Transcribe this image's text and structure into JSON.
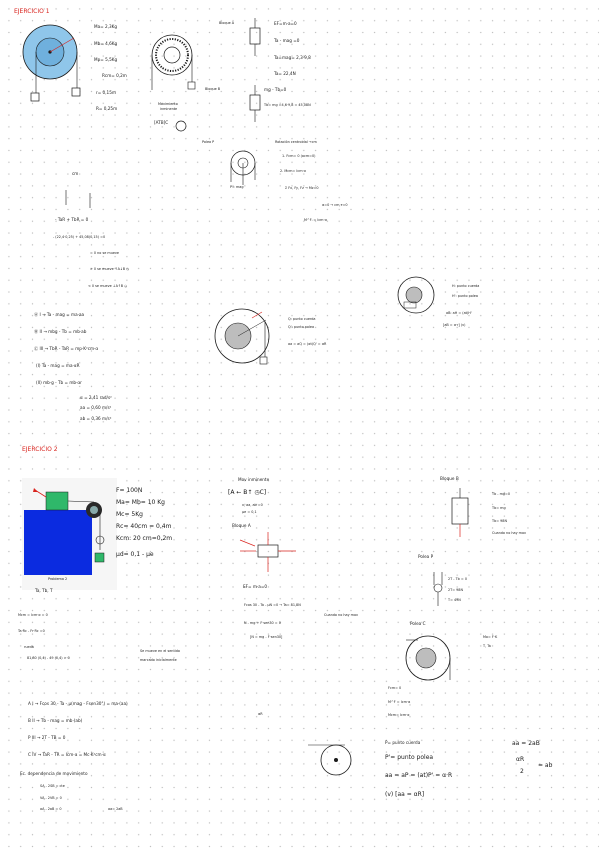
{
  "ex1": {
    "title": "EJERCICIO 1",
    "givens": [
      "Ma= 2,3Kg",
      "Mb= 4,6Kg",
      "Mp= 5,5Kg",
      "Rcm= 0,2m",
      "r= 0,15m",
      "R= 0,25m"
    ],
    "fig_caption": [
      "Movimiento",
      "inminente"
    ],
    "fig_label": "[ATB]C",
    "bloque_a": {
      "title": "Bloque A",
      "lines": [
        "EF=m·a=0",
        "Ta - mag =0",
        "Ta=mag= 2,3·9,8",
        "Ta= 22,4N"
      ]
    },
    "bloque_b": {
      "title": "Bloque B",
      "lines": [
        "mg - Tb=0",
        "Tb= mg =4,6·9,8 = 45,08N"
      ]
    },
    "polea": {
      "title": "Polea P",
      "eq": "P= mag"
    },
    "rotacion": {
      "title": "Rotación centroidal →cm",
      "lines": [
        "1. Fcm= 0 (acm=0)",
        "2. Mcm= Icm·α",
        "Σ Fx, Fy, Fz → Mz=0",
        "α=0 → cm,τ=0",
        "M^Fᵢ = Icm·α"
      ]
    },
    "cm_label": "cm",
    "torque": [
      "- TaR + TbR = 0",
      "- (22,4·0,25) + 45,08(0,15) =0",
      "= 0  no se mueve",
      "> 0  se mueve  ↑A↓B ◷",
      "< 0  se mueve  ↓A↑B ◶"
    ],
    "system": [
      "Ⓐ I → Ta - mag = ma·aa",
      "Ⓑ II → mbg - Tb = mb·ab",
      "Ⓒ III → TbR - TaR = mp·K²cm·α",
      "(I)  Ta - mag = ma·αR",
      "(II)  mb·g - Tb = mb·αr"
    ],
    "results": [
      "α = 2,41 rad/s²",
      "aa = 0,60 m/s²",
      "ab = 0,36 m/s²"
    ],
    "circle_notes": [
      "Q: punto cuerda",
      "Q': punto polea",
      "aa = aQ = (αt)Q' = αR"
    ],
    "small_circle_notes": [
      "H: punto cuerda",
      "H': punto polea",
      "aB: aH = (at)H'",
      "[aB = α·r] (v)"
    ]
  },
  "ex2": {
    "title": "EJERCICIO 2",
    "givens": [
      "F= 100N",
      "Ma= Mb= 10 Kg",
      "Mc= 5Kg",
      "Rc= 40cm = 0,4m",
      "Kcm: 20 cm=0,2m",
      "μd= 0,1 - μe"
    ],
    "fig_caption": "Problema 2",
    "unknowns": "Ta, Tb, T",
    "mov": {
      "title": "Mov inminente",
      "line1": "[A ← B↑ ◷C]",
      "lines": [
        "x, aa, ab =0",
        "μe = 0,1"
      ]
    },
    "bloque_a": {
      "title": "Bloque A",
      "lines": [
        "EF= m·a=0",
        "Fcos 30 - Ta - μN =0 → Ta= 81,8N",
        "N - mg + F·sen30 = 0",
        "[N = mg - F·sen30]"
      ],
      "note": "Cuando no hay mov"
    },
    "bloque_b": {
      "title": "Bloque B",
      "lines": [
        "Tb - mg=0",
        "Tb= mg",
        "Tb= 98N"
      ],
      "note": "Cuando no hay mov"
    },
    "polea_p": {
      "title": "Polea P",
      "lines": [
        "2T - Tb = 0",
        "2T= 98N",
        "T= 49N"
      ]
    },
    "polea_c": {
      "title": "Polea C",
      "lines": [
        "Mo= F·K",
        "T, Ta",
        "Fcm= 0",
        "M^F = Icm·α",
        "Mcm= Icm·α"
      ]
    },
    "moment": [
      "Mcm = Icm·α = 0",
      "Ta·Rc - Fr·Rc =0",
      "rueda",
      "81,80 (0,4) - 49 (0,4) > 0"
    ],
    "moment_note": [
      "Se mueve en el sentido",
      "marcado inicialmente"
    ],
    "system": [
      "A  I → Fcos 30 - Ta - μ(mag - Fsen30°) = ma·(aa)",
      "B  II → Tb - mag = mb·(ab)",
      "P  III → 2T - TB = 0",
      "C  IV → TaR - TR = Icm·α = Mc·K²cm·α"
    ],
    "kr": "αR",
    "dependencia": [
      "Ec. dependencia  de movimiento",
      "SA - 2SB = cte",
      "VA - 2VB = 0",
      "aA - 2aB = 0",
      "aa= 2aB"
    ],
    "final": [
      "P= punto cuerda",
      "P'= punto polea",
      "aa = aP = (at)P' = α·R",
      "(v) [aa = αR]"
    ],
    "final_right": [
      "aa = 2aB",
      "αR",
      "2",
      "= ab"
    ]
  }
}
